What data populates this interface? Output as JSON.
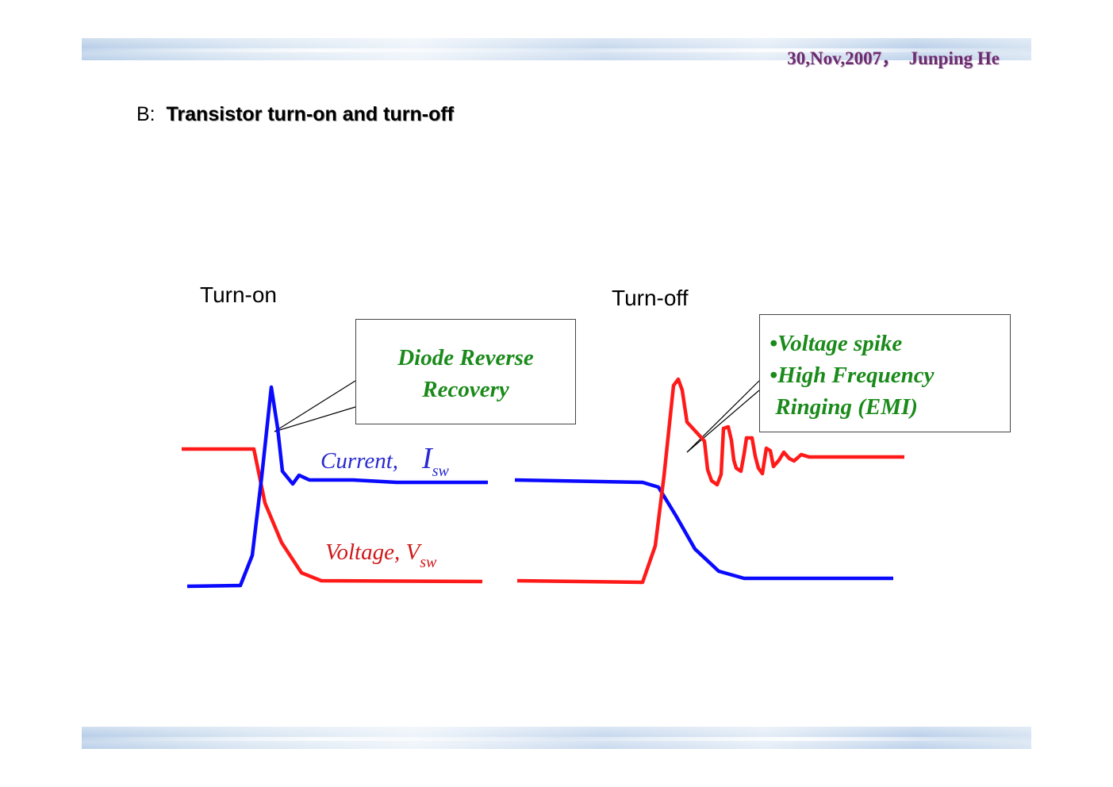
{
  "header": {
    "date": "30,Nov,2007，",
    "author": "Junping He"
  },
  "slide": {
    "title_prefix": "B:",
    "title": "Transistor turn-on and turn-off"
  },
  "sections": {
    "turn_on": "Turn-on",
    "turn_off": "Turn-off"
  },
  "callouts": {
    "diode": {
      "line1": "Diode Reverse",
      "line2": "Recovery"
    },
    "spike": {
      "line1": "•Voltage spike",
      "line2": "•High Frequency",
      "line3": " Ringing (EMI)"
    }
  },
  "curve_labels": {
    "current": {
      "text": "Current,",
      "symbol": "I",
      "subscript": "sw"
    },
    "voltage": {
      "text": "Voltage, V",
      "subscript": "sw"
    }
  },
  "colors": {
    "current": "#0a0aff",
    "voltage": "#ff1a1a",
    "callout_text": "#1a8a1a",
    "header_text": "#6b2c6f"
  }
}
